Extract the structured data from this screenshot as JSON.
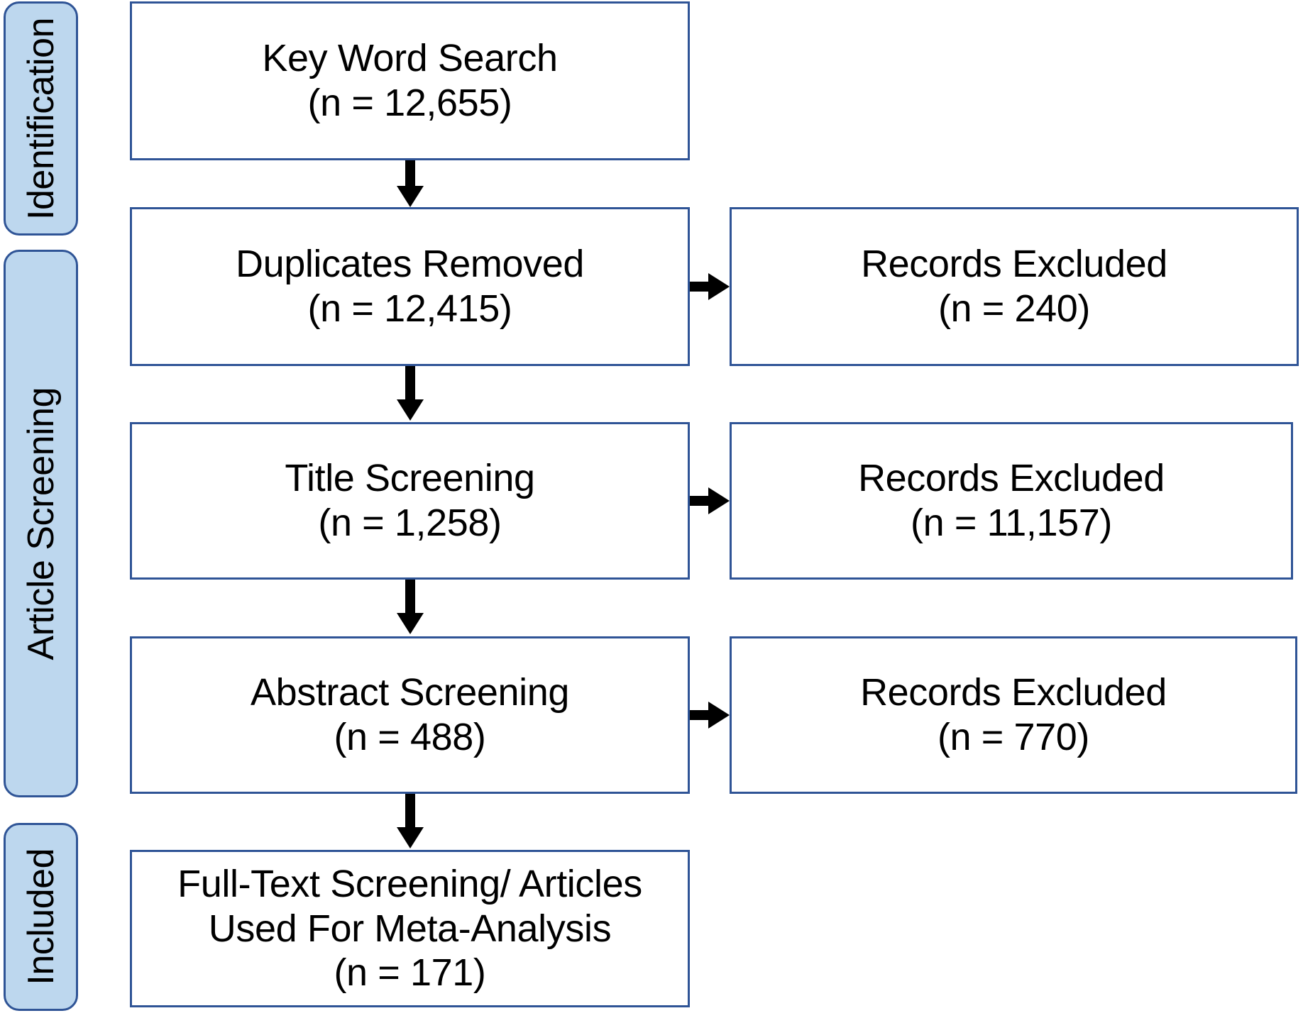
{
  "diagram": {
    "type": "prisma-flow-diagram",
    "border_color": "#2F5496",
    "pill_fill_color": "#BDD7EE",
    "arrow_color": "#000000",
    "background_color": "#FFFFFF"
  },
  "stages": [
    {
      "id": "identification",
      "label": "Identification"
    },
    {
      "id": "article-screening",
      "label": "Article Screening"
    },
    {
      "id": "included",
      "label": "Included"
    }
  ],
  "flow": {
    "main": [
      {
        "id": "key-word-search",
        "lines": [
          "Key Word Search",
          "(n = 12,655)"
        ],
        "count": 12655
      },
      {
        "id": "duplicates-removed",
        "lines": [
          "Duplicates Removed",
          "(n = 12,415)"
        ],
        "count": 12415
      },
      {
        "id": "title-screening",
        "lines": [
          "Title Screening",
          "(n = 1,258)"
        ],
        "count": 1258
      },
      {
        "id": "abstract-screening",
        "lines": [
          "Abstract Screening",
          "(n = 488)"
        ],
        "count": 488
      },
      {
        "id": "full-text-screening",
        "lines": [
          "Full-Text Screening/ Articles",
          "Used For Meta-Analysis",
          "(n = 171)"
        ],
        "count": 171
      }
    ],
    "excluded": [
      {
        "id": "excluded-duplicates",
        "lines": [
          "Records Excluded",
          "(n = 240)"
        ],
        "count": 240
      },
      {
        "id": "excluded-title",
        "lines": [
          "Records Excluded",
          "(n = 11,157)"
        ],
        "count": 11157
      },
      {
        "id": "excluded-abstract",
        "lines": [
          "Records Excluded",
          "(n = 770)"
        ],
        "count": 770
      }
    ]
  }
}
